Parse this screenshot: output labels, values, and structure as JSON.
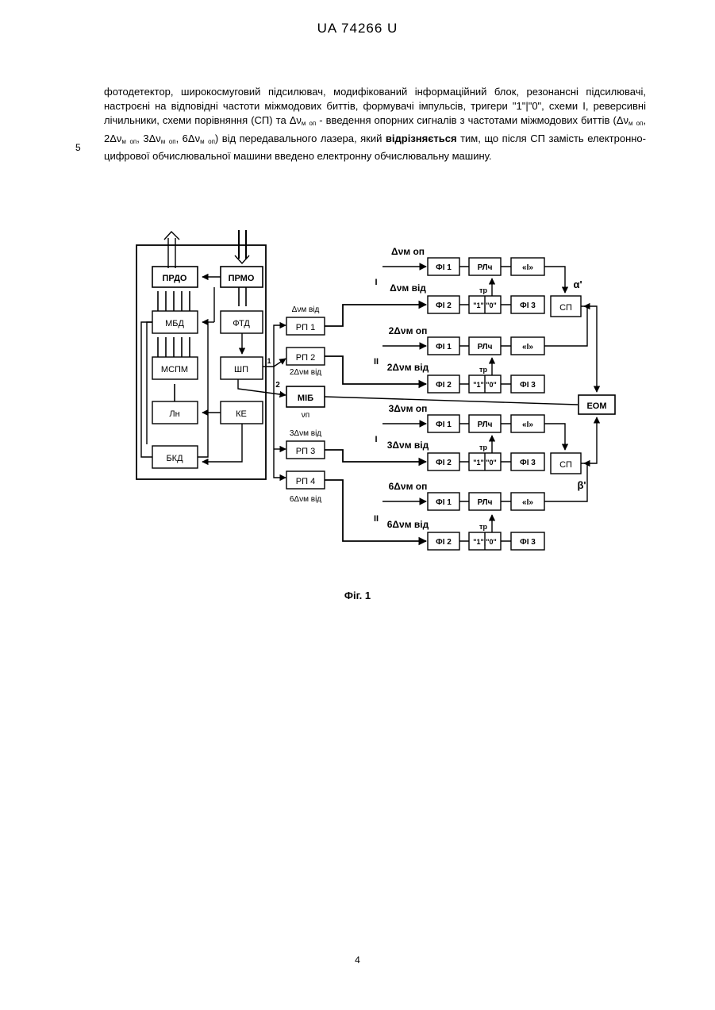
{
  "header": {
    "doc_id": "UA   74266   U"
  },
  "text": {
    "line_number": "5",
    "seg1": "фотодетектор, широкосмуговий підсилювач, модифікований інформаційний блок, резонансні підсилювачі, настроєні на відповідні частоти міжмодових биттів, формувачі імпульсів, тригери \"1\"|\"0\", схеми I, реверсивні лічильники, схеми порівняння (СП) та Δν",
    "sub_m": "м",
    "sub_op": "оп",
    "seg2": " - введення опорних сигналів з частотами міжмодових биттів (Δν",
    "seg3": ", 2Δν",
    "seg4": ", 3Δν",
    "seg5": ", 6Δν",
    "seg6": ") від передавального лазера, який ",
    "bold": "відрізняється",
    "seg7": " тим, що після СП замість електронно-цифрової обчислювальної машини введено електронну обчислювальну машину."
  },
  "diagram": {
    "left_blocks": {
      "prdo": "ПРДО",
      "prmo": "ПРМО",
      "mbd": "МБД",
      "ftd": "ФТД",
      "mspm": "МСПМ",
      "shp": "ШП",
      "ln": "Лн",
      "ke": "КЕ",
      "bkd": "БКД"
    },
    "rp_blocks": {
      "rp1": "РП 1",
      "rp2": "РП 2",
      "rp3": "РП 3",
      "rp4": "РП 4",
      "mib": "МІБ"
    },
    "rp_labels": {
      "rp1_top": "Δνм від",
      "rp2_bottom": "2Δνм від",
      "mib_bottom": "νп",
      "rp3_top": "3Δνм від",
      "rp4_bottom": "6Δνм від"
    },
    "wire_labels": {
      "w1": "1",
      "w2": "2"
    },
    "channels": [
      {
        "ref_label": "Δνм оп",
        "sig_label": "Δνм від",
        "roman": "I"
      },
      {
        "ref_label": "2Δνм оп",
        "sig_label": "2Δνм від",
        "roman": "II"
      },
      {
        "ref_label": "3Δνм оп",
        "sig_label": "3Δνм від",
        "roman": "I"
      },
      {
        "ref_label": "6Δνм оп",
        "sig_label": "6Δνм від",
        "roman": "II"
      }
    ],
    "proc_blocks": {
      "fi1": "ФІ 1",
      "rlch": "РЛч",
      "and_gate": "«І»",
      "fi2": "ФІ 2",
      "trigger": "\"1\"|\"0\"",
      "fi3": "ФІ 3",
      "tr": "тр"
    },
    "sp": "СП",
    "eom": "ЕОМ",
    "alpha": "α'",
    "beta": "β'"
  },
  "caption": "Фіг. 1",
  "page_number": "4"
}
